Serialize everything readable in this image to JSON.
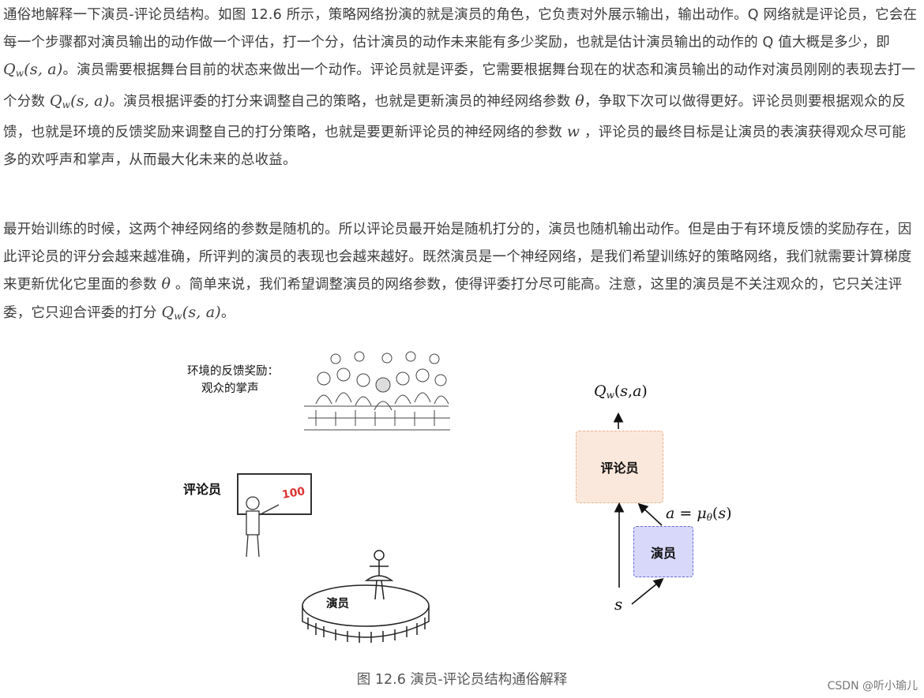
{
  "article": {
    "p1": {
      "s1": "通俗地解释一下演员-评论员结构。如图 12.6 所示，策略网络扮演的就是演员的角色，它负责对外展示输出，输出动作。Q 网络就是评论员，它会在每一个步骤都对演员输出的动作做一个评估，打一个分，估计演员的动作未来能有多少奖励，也就是估计演员输出的动作的 Q 值大概是多少，即 ",
      "s2": "。演员需要根据舞台目前的状态来做出一个动作。评论员就是评委，它需要根据舞台现在的状态和演员输出的动作对演员刚刚的表现去打一个分数 ",
      "s3": "。演员根据评委的打分来调整自己的策略，也就是更新演员的神经网络参数 ",
      "s4": "，争取下次可以做得更好。评论员则要根据观众的反馈，也就是环境的反馈奖励来调整自己的打分策略，也就是要更新评论员的神经网络的参数 ",
      "s5": " ，评论员的最终目标是让演员的表演获得观众尽可能多的欢呼声和掌声，从而最大化未来的总收益。"
    },
    "p2": {
      "s1": "最开始训练的时候，这两个神经网络的参数是随机的。所以评论员最开始是随机打分的，演员也随机输出动作。但是由于有环境反馈的奖励存在，因此评论员的评分会越来越准确，所评判的演员的表现也会越来越好。既然演员是一个神经网络，是我们希望训练好的策略网络，我们就需要计算梯度来更新优化它里面的参数 ",
      "s2": " 。简单来说，我们希望调整演员的网络参数，使得评委打分尽可能高。注意，这里的演员是不关注观众的，它只关注评委，它只迎合评委的打分 ",
      "s3": "。"
    },
    "math": {
      "Q": "Q",
      "w": "w",
      "args": "(s, a)",
      "theta": "θ",
      "w_param": "w"
    }
  },
  "figure": {
    "left": {
      "audience_label_1": "环境的反馈奖励：",
      "audience_label_2": "观众的掌声",
      "critic_label": "评论员",
      "board_text": "100",
      "stage_label": "演员"
    },
    "right": {
      "q_label": "Q_w(s,a)",
      "critic_box": "评论员",
      "action_label": "a = μ_θ(s)",
      "actor_box": "演员",
      "state_label": "s"
    },
    "colors": {
      "critic_fill": "#fbe8dc",
      "critic_border": "#e8b48c",
      "actor_fill": "#d8d8fb",
      "actor_border": "#6a6ad8"
    }
  },
  "caption": "图 12.6 演员-评论员结构通俗解释",
  "watermark": "CSDN @听小瑜儿"
}
